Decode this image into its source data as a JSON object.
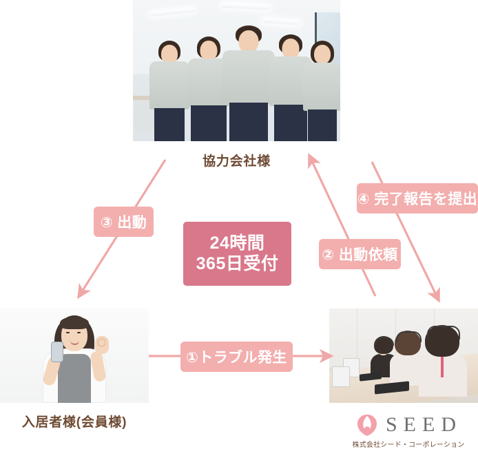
{
  "diagram": {
    "center_badge": {
      "line1": "24時間",
      "line2": "365日受付",
      "bg_color": "#d9788b",
      "text_color": "#ffffff"
    },
    "nodes": [
      {
        "id": "partner",
        "caption": "協力会社様",
        "image_alt": "協力会社スタッフ5名の集合写真",
        "caption_color": "#6e4a33"
      },
      {
        "id": "resident",
        "caption": "入居者様(会員様)",
        "image_alt": "スマートフォンを持ちOKサインをする女性",
        "caption_color": "#6e4a33"
      },
      {
        "id": "callcenter",
        "caption": "",
        "image_alt": "ヘッドセットを着けたコールセンターのオペレーター3名",
        "caption_color": "#6e4a33"
      }
    ],
    "steps": [
      {
        "id": "step1",
        "label": "①トラブル発生",
        "bg_color": "#f3aeae",
        "text_color": "#ffffff"
      },
      {
        "id": "step2",
        "label": "② 出動依頼",
        "bg_color": "#f3aeae",
        "text_color": "#ffffff"
      },
      {
        "id": "step3",
        "label": "③ 出動",
        "bg_color": "#f3aeae",
        "text_color": "#ffffff"
      },
      {
        "id": "step4",
        "label": "④ 完了報告を提出",
        "bg_color": "#f3aeae",
        "text_color": "#ffffff"
      }
    ],
    "arrow_color": "#f0a7a7"
  },
  "logo": {
    "wordmark": "SEED",
    "subtitle": "株式会社シード・コーポレーション",
    "mark_color": "#f4a0ab",
    "wordmark_color": "#6f6f6f",
    "subtitle_color": "#6e4a33"
  }
}
